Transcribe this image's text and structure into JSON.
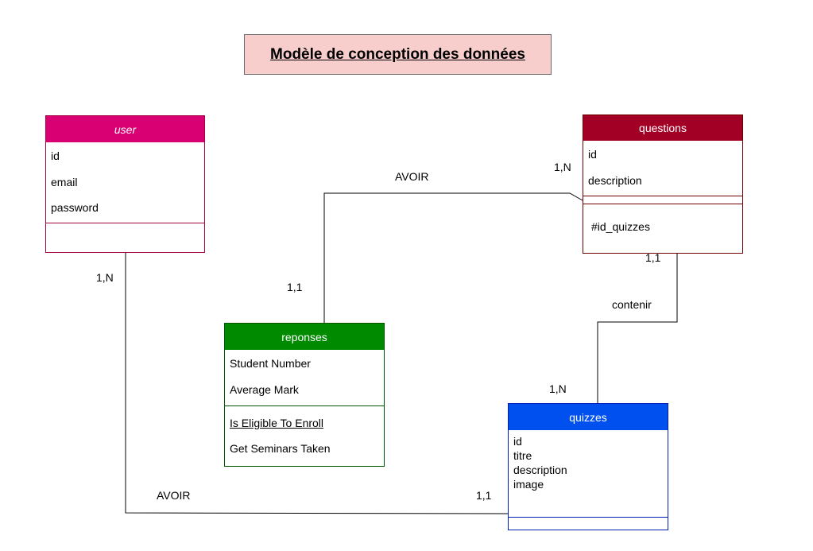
{
  "diagram": {
    "title": "Modèle de conception des données",
    "entities": {
      "user": {
        "name": "user",
        "fields": [
          "id",
          "email",
          "password"
        ]
      },
      "questions": {
        "name": "questions",
        "fields": [
          "id",
          "description"
        ],
        "methods": [
          "#id_quizzes"
        ]
      },
      "reponses": {
        "name": "reponses",
        "fields": [
          "Student Number",
          "Average Mark"
        ],
        "methods": [
          "Is Eligible To Enroll",
          "Get Seminars Taken"
        ]
      },
      "quizzes": {
        "name": "quizzes",
        "fields": [
          "id",
          "titre",
          "description",
          "image"
        ]
      }
    },
    "relations": {
      "reponses_questions": {
        "label": "AVOIR",
        "card_reponses": "1,1",
        "card_questions": "1,N"
      },
      "questions_quizzes": {
        "label": "contenir",
        "card_questions": "1,1",
        "card_quizzes": "1,N"
      },
      "user_quizzes": {
        "label": "AVOIR",
        "card_user": "1,N",
        "card_quizzes": "1,1"
      }
    },
    "colors": {
      "title_fill": "#f8cecc",
      "user_header": "#d80073",
      "questions_header": "#a20025",
      "reponses_header": "#008a00",
      "quizzes_header": "#0050ef"
    }
  }
}
